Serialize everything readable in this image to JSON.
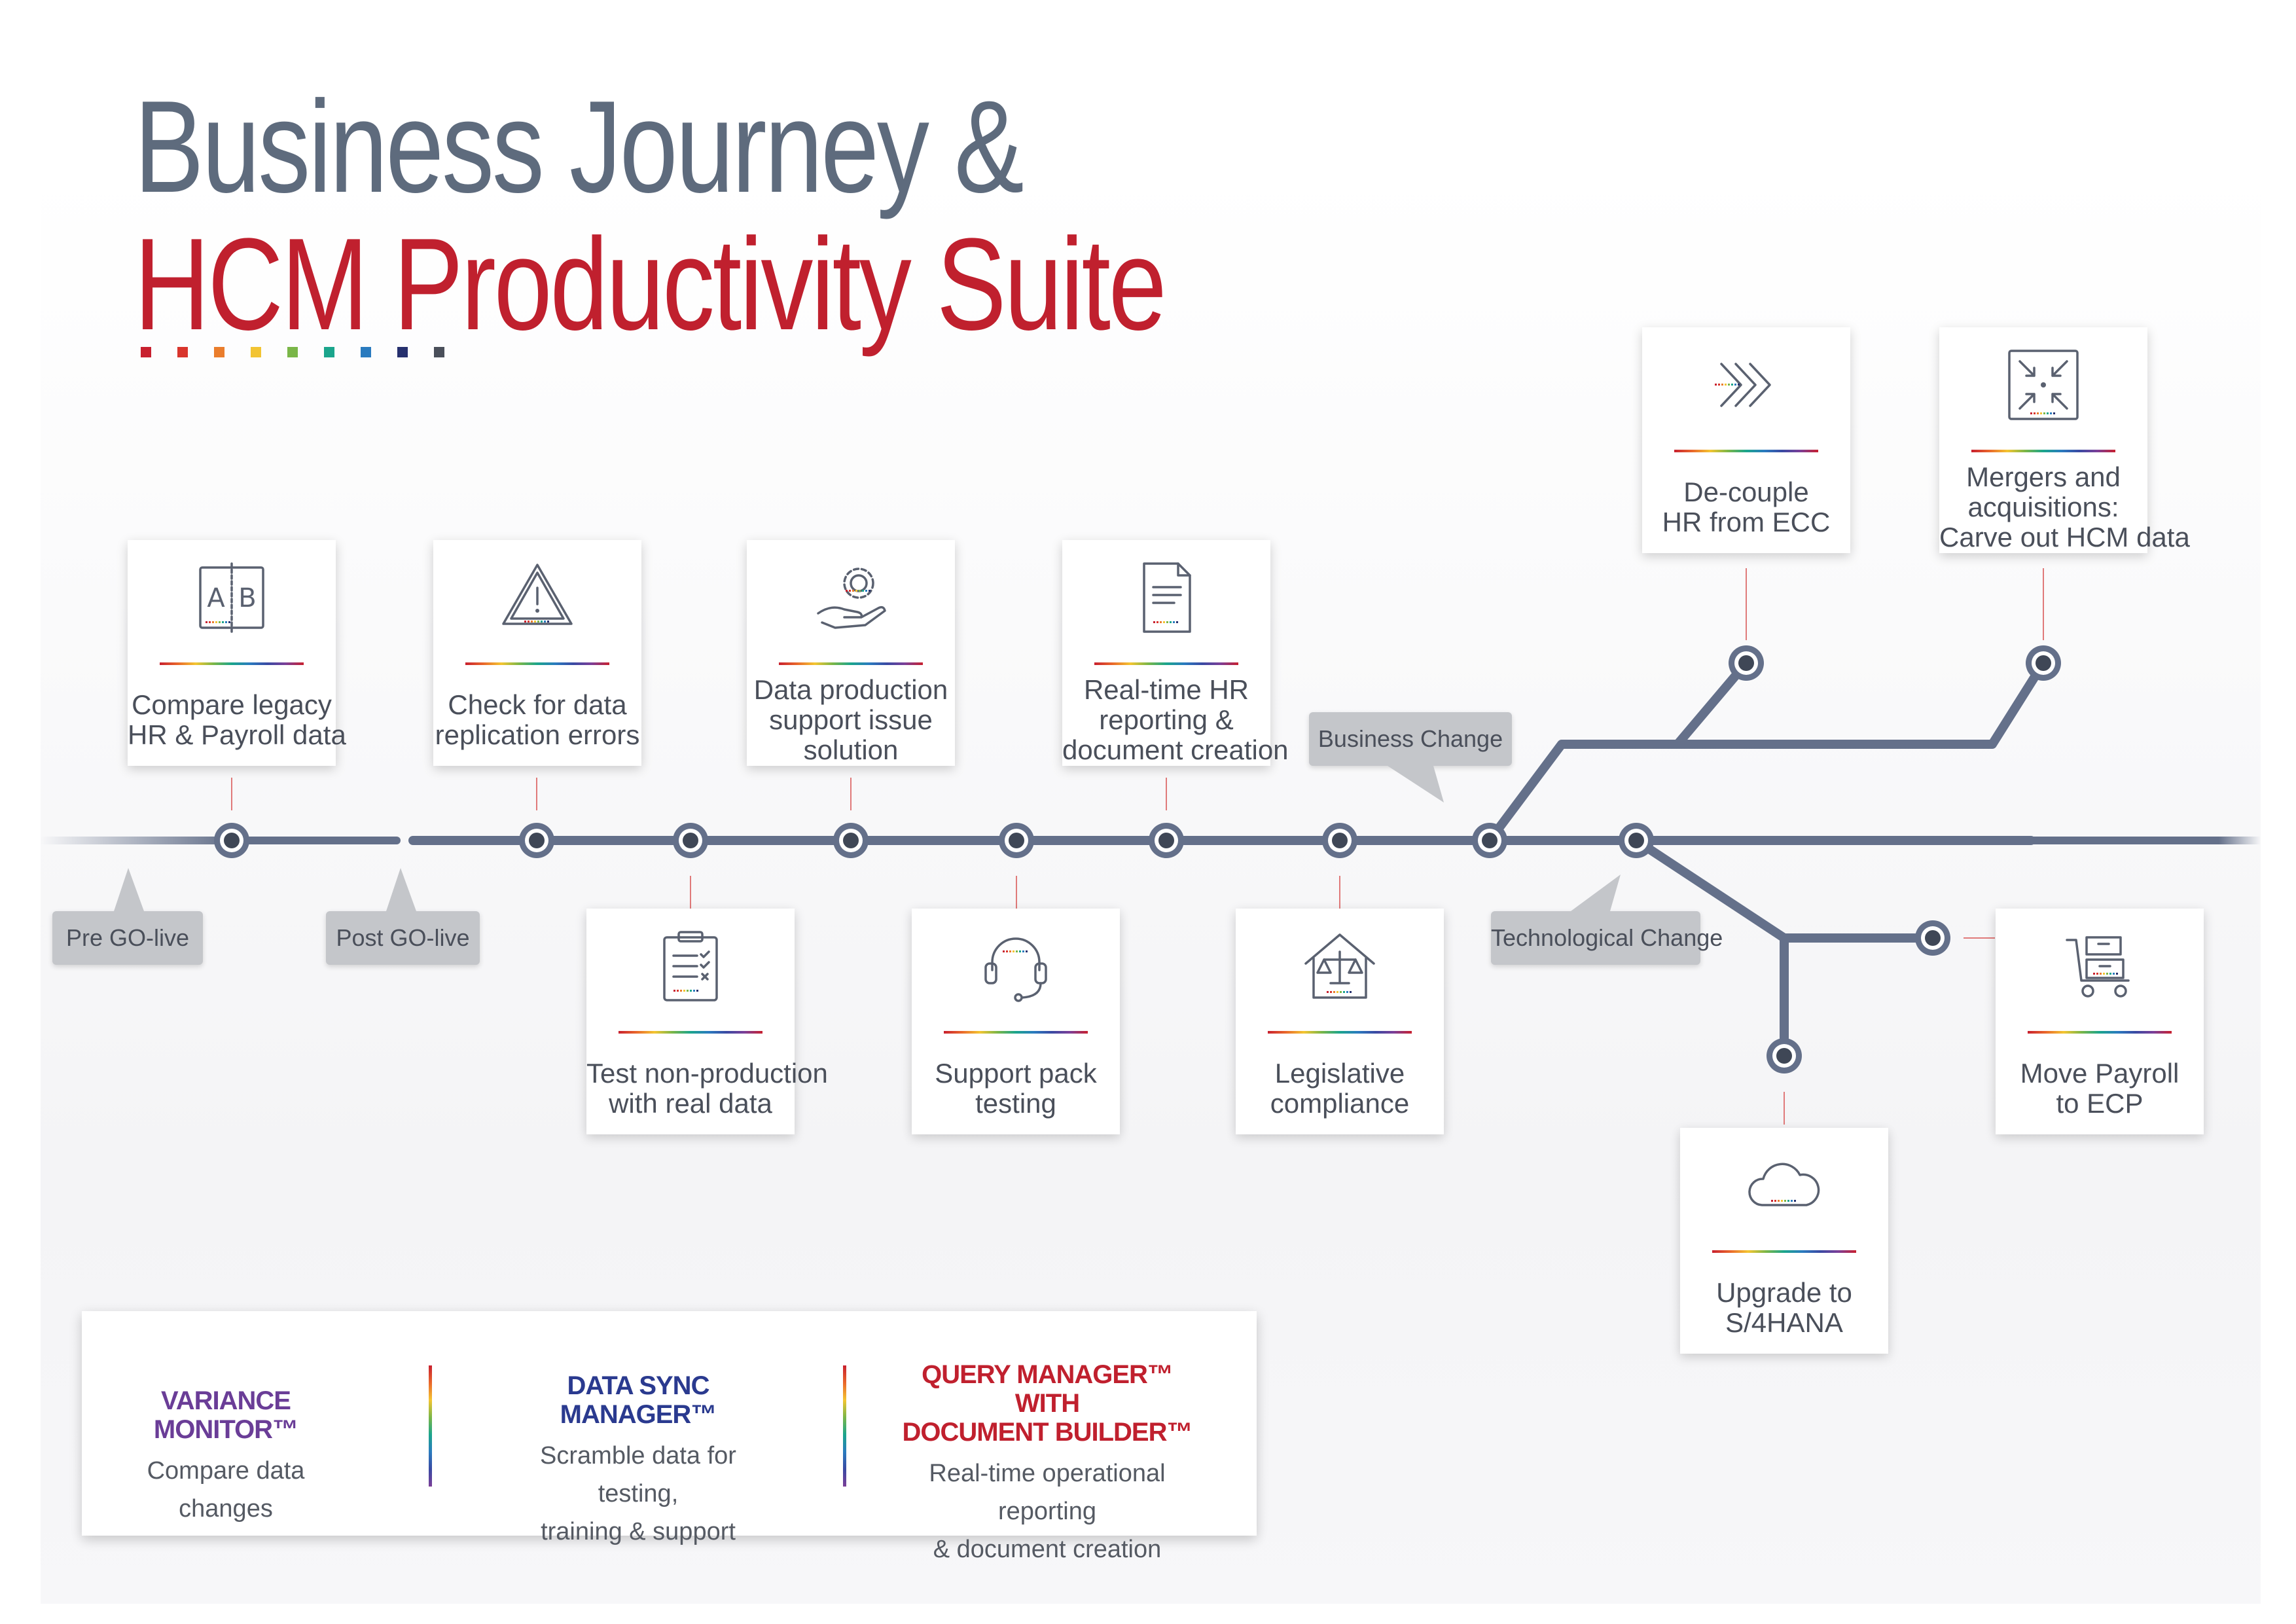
{
  "title": {
    "line1": "Business Journey &",
    "line2": "HCM Productivity Suite"
  },
  "colors": {
    "accent_red": "#c0202e",
    "title_gray": "#5e6b7d",
    "track": "#64708a",
    "dot_palette": [
      "#c8202f",
      "#d9352c",
      "#ea7d2c",
      "#f2c433",
      "#7ab648",
      "#1ba58c",
      "#2a7bbf",
      "#26306e",
      "#4a4f5a"
    ]
  },
  "phases": {
    "pre": "Pre GO-live",
    "post": "Post GO-live"
  },
  "branches": {
    "business": "Business Change",
    "tech": "Technological Change"
  },
  "steps": [
    {
      "id": "compare",
      "icon": "ab-compare-icon",
      "lines": [
        "Compare legacy",
        "HR & Payroll data"
      ]
    },
    {
      "id": "check",
      "icon": "warning-icon",
      "lines": [
        "Check for data",
        "replication errors"
      ]
    },
    {
      "id": "test",
      "icon": "clipboard-checklist-icon",
      "lines": [
        "Test non-production",
        "with real data"
      ]
    },
    {
      "id": "dataprod",
      "icon": "hand-gear-icon",
      "lines": [
        "Data production",
        "support issue",
        "solution"
      ]
    },
    {
      "id": "support",
      "icon": "headset-icon",
      "lines": [
        "Support pack",
        "testing"
      ]
    },
    {
      "id": "realtime",
      "icon": "document-icon",
      "lines": [
        "Real-time HR",
        "reporting &",
        "document creation"
      ]
    },
    {
      "id": "legislative",
      "icon": "house-scales-icon",
      "lines": [
        "Legislative",
        "compliance"
      ]
    },
    {
      "id": "decouple",
      "icon": "chevrons-right-icon",
      "lines": [
        "De-couple",
        "HR from ECC"
      ]
    },
    {
      "id": "mergers",
      "icon": "merge-arrows-icon",
      "lines": [
        "Mergers and",
        "acquisitions:",
        "Carve out HCM data"
      ]
    },
    {
      "id": "upgrade",
      "icon": "cloud-icon",
      "lines": [
        "Upgrade to",
        "S/4HANA"
      ]
    },
    {
      "id": "payroll",
      "icon": "moving-cart-icon",
      "lines": [
        "Move Payroll",
        "to ECP"
      ]
    }
  ],
  "legend": [
    {
      "name_lines": [
        "VARIANCE MONITOR™"
      ],
      "desc_lines": [
        "Compare data changes"
      ],
      "color": "#6a3d97"
    },
    {
      "name_lines": [
        "DATA SYNC MANAGER™"
      ],
      "desc_lines": [
        "Scramble data for testing,",
        "training & support"
      ],
      "color": "#2a3a8f"
    },
    {
      "name_lines": [
        "QUERY MANAGER™  WITH",
        "DOCUMENT BUILDER™"
      ],
      "desc_lines": [
        "Real-time operational reporting",
        "& document creation"
      ],
      "color": "#c0202e"
    }
  ]
}
